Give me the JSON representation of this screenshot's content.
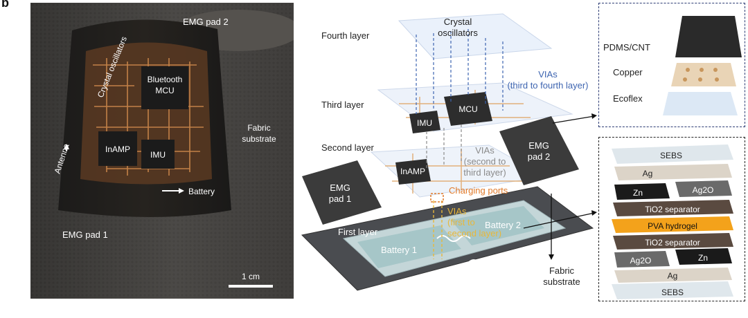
{
  "panel_letter": "b",
  "colors": {
    "via_blue": "#3d64b0",
    "via_gray": "#8a8a8a",
    "via_yellow": "#e8b73a",
    "charging_orange": "#e07a2a",
    "pad_dark": "#3b3b3b",
    "pva": "#f3a21b"
  },
  "photo": {
    "labels": {
      "emg_pad_2": "EMG pad 2",
      "crystal": "Crystal oscillators",
      "bluetooth": "Bluetooth MCU",
      "fabric": "Fabric substrate",
      "antenna": "Antenna",
      "inamp": "InAMP",
      "imu": "IMU",
      "battery": "Battery",
      "emg_pad_1": "EMG pad 1",
      "scale": "1 cm"
    }
  },
  "layers": {
    "fourth": "Fourth layer",
    "third": "Third layer",
    "second": "Second layer",
    "first": "First layer"
  },
  "components": {
    "crystal_oscillators": "Crystal oscillators",
    "imu": "IMU",
    "mcu": "MCU",
    "inamp": "InAMP",
    "emg_pad_1": "EMG pad 1",
    "emg_pad_2": "EMG pad 2",
    "battery_1": "Battery 1",
    "battery_2": "Battery 2",
    "charging_ports": "Charging ports",
    "fabric_substrate": "Fabric substrate"
  },
  "vias": {
    "third_fourth": "VIAs (third to fourth layer)",
    "second_third": "VIAs (second to third layer)",
    "first_second": "VIAs (first to second layer)"
  },
  "pad_stack": [
    "PDMS/CNT",
    "Copper",
    "Ecoflex"
  ],
  "battery_stack": [
    "SEBS",
    "Ag",
    "Ag2O",
    "Zn",
    "TiO2 separator",
    "PVA hydrogel",
    "TiO2 separator",
    "Zn",
    "Ag2O",
    "Ag",
    "SEBS"
  ]
}
